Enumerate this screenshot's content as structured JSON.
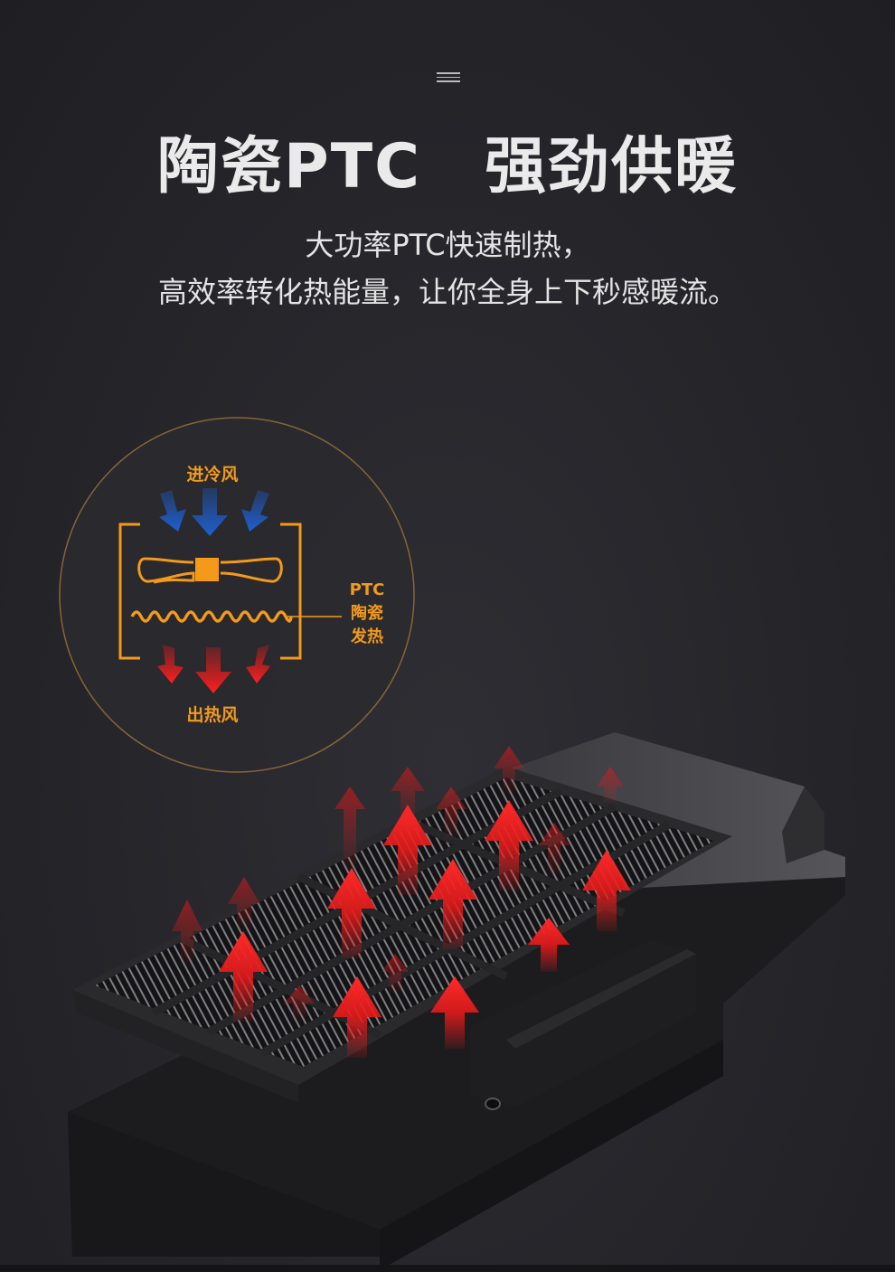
{
  "header": {
    "title": "陶瓷PTC　强劲供暖",
    "subtitle_line1": "大功率PTC快速制热，",
    "subtitle_line2": "高效率转化热能量，让你全身上下秒感暖流。"
  },
  "diagram": {
    "in_label": "进冷风",
    "out_label": "出热风",
    "ptc_label_line1": "PTC",
    "ptc_label_line2": "陶瓷",
    "ptc_label_line3": "发热",
    "accent_color": "#f39a1a",
    "cold_color": "#1f5fd0",
    "hot_color": "#e51a1a"
  },
  "icons": {
    "menu": "menu-icon",
    "cold_arrow": "blue-arrow-icon",
    "hot_arrow": "red-arrow-icon"
  }
}
